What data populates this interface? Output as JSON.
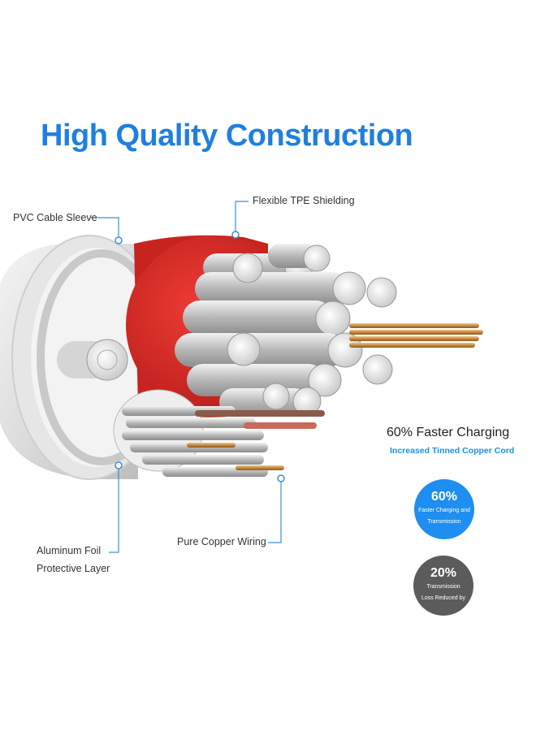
{
  "title": "High Quality Construction",
  "callouts": {
    "pvc_sleeve": "PVC Cable Sleeve",
    "tpe_shielding": "Flexible TPE Shielding",
    "aluminum_foil_line1": "Aluminum Foil",
    "aluminum_foil_line2": "Protective Layer",
    "copper_wiring": "Pure Copper Wiring"
  },
  "feature": {
    "title": "60% Faster Charging",
    "subtitle": "Increased Tinned Copper Cord"
  },
  "badges": [
    {
      "value": "60%",
      "line1": "Faster Charging and",
      "line2": "Transmission"
    },
    {
      "value": "20%",
      "line1": "Transmission",
      "line2": "Loss Reduced by"
    }
  ],
  "colors": {
    "title_blue": "#1f7fe0",
    "accent_blue": "#1a8fe8",
    "badge_blue": "#1e8ef0",
    "badge_gray": "#5b5b5b",
    "jacket_red": "#d82a26",
    "callout_line": "#3b8fd6"
  }
}
